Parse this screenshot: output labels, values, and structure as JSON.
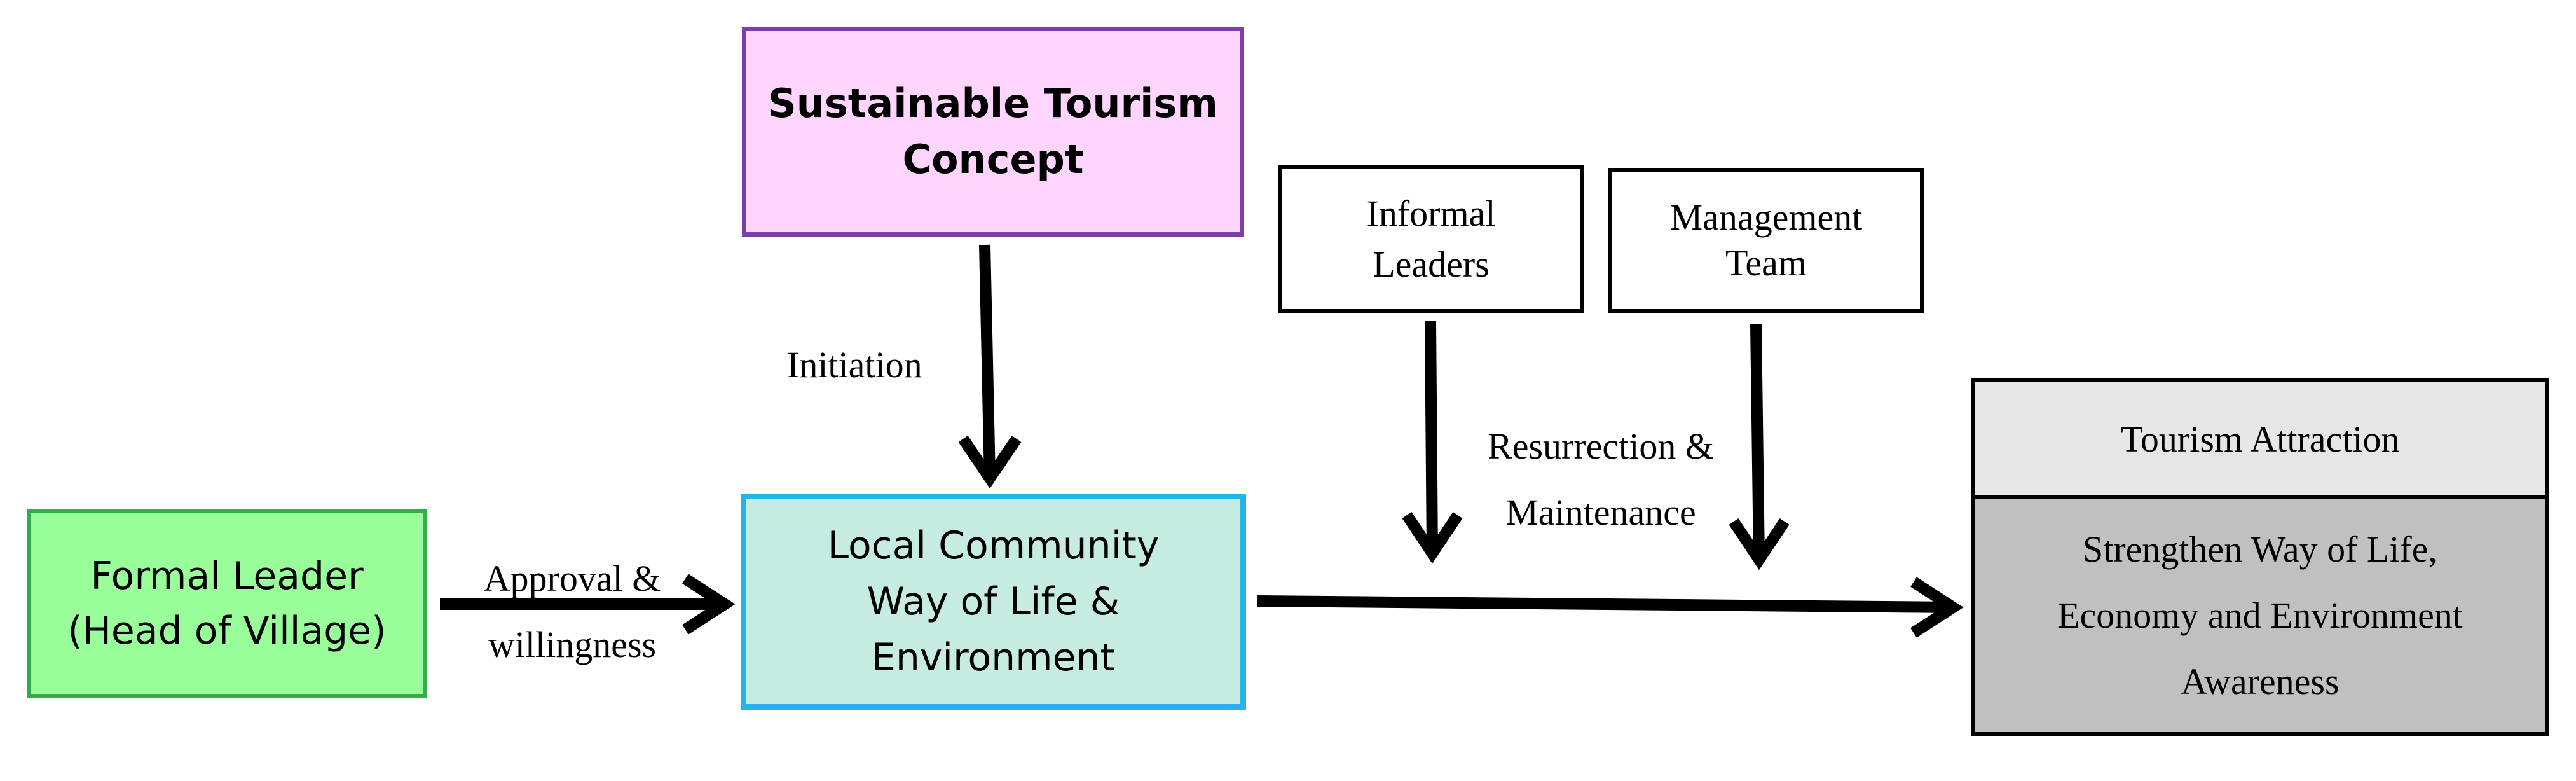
{
  "nodes": {
    "sustainable_concept": {
      "line1": "Sustainable Tourism",
      "line2": "Concept",
      "fill": "#ffd4ff",
      "border": "#7b3fa6"
    },
    "informal_leaders": {
      "line1": "Informal",
      "line2": "Leaders"
    },
    "management_team": {
      "line1": "Management",
      "line2": "Team"
    },
    "formal_leader": {
      "line1": "Formal Leader",
      "line2": "(Head of Village)",
      "fill": "#99fd99",
      "border": "#2fae4b"
    },
    "local_community": {
      "line1": "Local Community",
      "line2": "Way of Life &",
      "line3": "Environment",
      "fill": "#c6ebe0",
      "border": "#26b3e8"
    },
    "tourism_attraction": {
      "header": "Tourism Attraction",
      "header_fill": "#e6e6e6",
      "body_fill": "#c0c0c0",
      "body_line1": "Strengthen Way of Life,",
      "body_line2": "Economy and Environment",
      "body_line3": "Awareness"
    }
  },
  "edge_labels": {
    "initiation": "Initiation",
    "approval_line1": "Approval &",
    "approval_line2": "willingness",
    "resurrection_line1": "Resurrection &",
    "resurrection_line2": "Maintenance"
  },
  "edges": [
    {
      "from": "sustainable_concept",
      "to": "local_community",
      "label": "initiation"
    },
    {
      "from": "formal_leader",
      "to": "local_community",
      "label": "approval"
    },
    {
      "from": "informal_leaders",
      "to": "main_flow",
      "label": "resurrection"
    },
    {
      "from": "management_team",
      "to": "main_flow",
      "label": "resurrection"
    },
    {
      "from": "local_community",
      "to": "tourism_attraction"
    }
  ]
}
